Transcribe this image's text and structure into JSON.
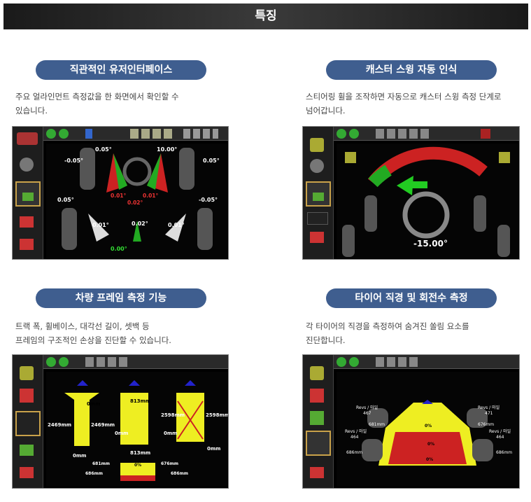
{
  "header": {
    "title": "특징"
  },
  "features": [
    {
      "title": "직관적인 유저인터페이스",
      "desc_line1": "주요 얼라인먼트 측정값을 한 화면에서 확인할 수",
      "desc_line2": "있습니다.",
      "screen": {
        "top_left": "-0.05°",
        "top_center": "0.05°",
        "top_right_big": "10.00°",
        "top_right": "0.05°",
        "mid_left": "0.05°",
        "mid_right": "-0.05°",
        "red1": "0.01°",
        "red2": "0.01°",
        "red3": "0.02°",
        "bot_left": "0.01°",
        "bot_center": "0.02°",
        "bot_right": "0.01°",
        "green": "0.00°"
      }
    },
    {
      "title": "캐스터 스윙 자동 인식",
      "desc_line1": "스티어링 휠을 조작하면 자동으로 캐스터 스윙 측정 단계로",
      "desc_line2": "넘어갑니다.",
      "screen": {
        "angle": "-15.00°"
      }
    },
    {
      "title": "차량 프레임 측정 기능",
      "desc_line1": "트랙 폭, 휠베이스, 대각선 길이, 셋백 등",
      "desc_line2": "프레임의 구조적인 손상을 진단할 수 있습니다.",
      "screen": {
        "a_top": "0mm",
        "a_left": "2469mm",
        "a_right": "2469mm",
        "a_bot": "0mm",
        "b_top": "813mm",
        "b_bot": "813mm",
        "b_l": "0mm",
        "b_r": "0mm",
        "c_left": "2598mm",
        "c_right": "2598mm",
        "c_bot": "0mm",
        "d_l1": "681mm",
        "d_l2": "686mm",
        "d_c": "0%",
        "d_r1": "676mm",
        "d_r2": "686mm"
      }
    },
    {
      "title": "타이어 직경 및 회전수 측정",
      "desc_line1": "각 타이어의 직경을 측정하여 숨겨진 쏠림 요소를",
      "desc_line2": "진단합니다.",
      "screen": {
        "revs_label": "Revs / 마일",
        "fl_revs": "467",
        "fr_revs": "471",
        "fl_d": "681mm",
        "fr_d": "676mm",
        "rl_revs": "464",
        "rr_revs": "464",
        "rl_d": "686mm",
        "rr_d": "686mm",
        "p1": "0%",
        "p2": "0%",
        "p3": "0%"
      }
    }
  ]
}
